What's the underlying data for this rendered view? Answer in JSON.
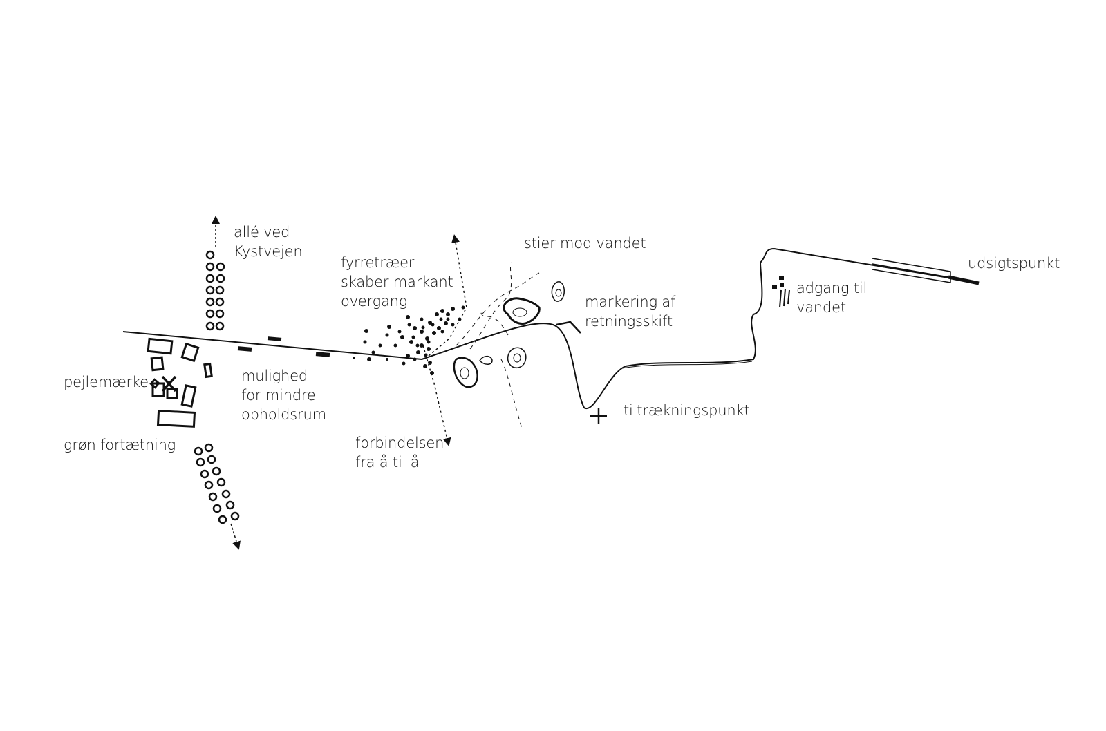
{
  "diagram": {
    "colors": {
      "ink": "#111111",
      "background": "#ffffff"
    },
    "labels": {
      "alle": [
        "allé ved",
        "Kystvejen"
      ],
      "fyrretraeer": [
        "fyrretræer",
        "skaber markant",
        "overgang"
      ],
      "stier": [
        "stier mod vandet"
      ],
      "markering": [
        "markering af",
        "retningsskift"
      ],
      "udsigt": [
        "udsigtspunkt"
      ],
      "adgang": [
        "adgang til",
        "vandet"
      ],
      "pejle": [
        "pejlemærke"
      ],
      "mulighed": [
        "mulighed",
        "for mindre",
        "opholdsrum"
      ],
      "gron": [
        "grøn fortætning"
      ],
      "forbindelsen": [
        "forbindelsen",
        "fra å til å"
      ],
      "tiltraek": [
        "tiltrækningspunkt"
      ]
    },
    "symbols": [
      "path-line",
      "tree-circles",
      "pine-dots",
      "building-blocks",
      "landmark-cross",
      "attraction-cross",
      "viewpoint-pier",
      "direction-marker"
    ]
  }
}
